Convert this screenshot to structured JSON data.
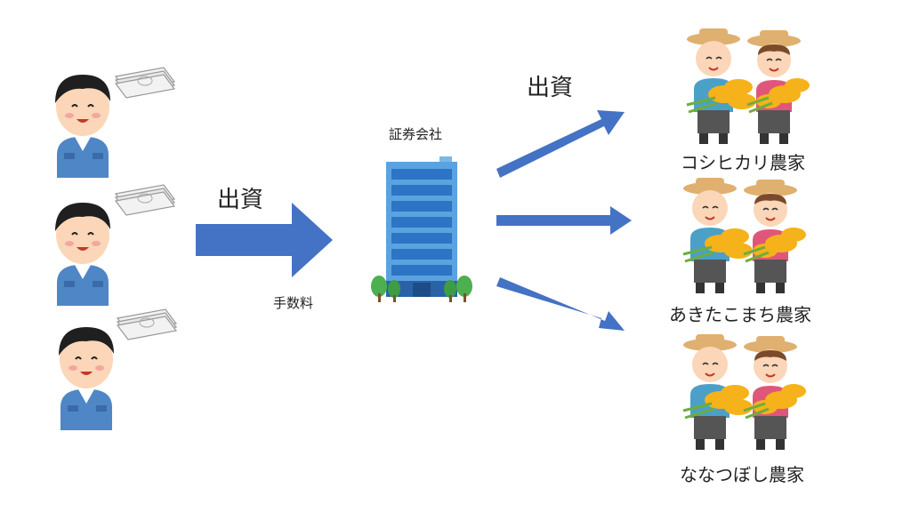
{
  "left_flow": {
    "investment_label": "出資",
    "fee_label": "手数料"
  },
  "company": {
    "label": "証券会社"
  },
  "right_flow": {
    "investment_label": "出資"
  },
  "farms": [
    {
      "label": "コシヒカリ農家"
    },
    {
      "label": "あきたこまち農家"
    },
    {
      "label": "ななつぼし農家"
    }
  ],
  "colors": {
    "arrow": "#4472c4",
    "shirt": "#4f86c6",
    "hair": "#1f1f1f",
    "skin": "#fbd6b8",
    "building": "#5aa3e0",
    "rice": "#f5b21a",
    "hat": "#e0b070"
  }
}
